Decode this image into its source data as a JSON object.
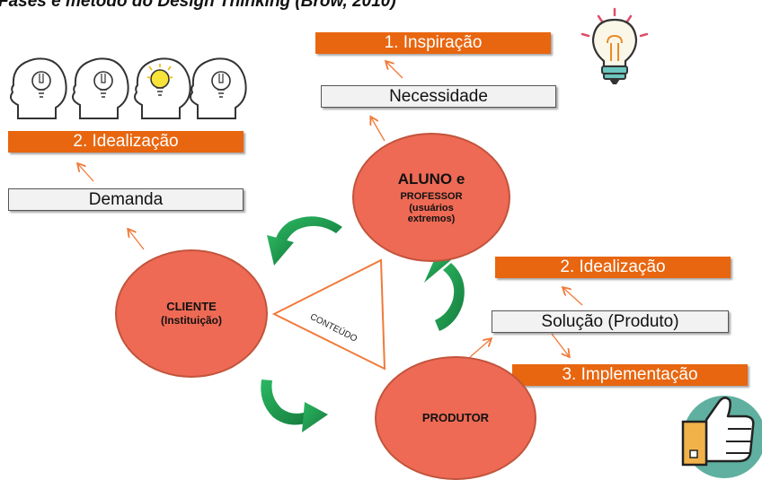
{
  "title": "Fases e método do Design Thinking (Brow, 2010)",
  "labels": {
    "inspiracao": "1. Inspiração",
    "necessidade": "Necessidade",
    "idealizacao_left": "2. Idealização",
    "demanda": "Demanda",
    "idealizacao_right": "2. Idealização",
    "solucao": "Solução (Produto)",
    "implementacao": "3. Implementação"
  },
  "nodes": {
    "aluno": {
      "line1": "ALUNO e",
      "line2": "PROFESSOR",
      "line3": "(usuários",
      "line4": "extremos)"
    },
    "cliente": {
      "line1": "CLIENTE",
      "line2": "(Instituição)"
    },
    "produtor": {
      "line1": "PRODUTOR"
    }
  },
  "center": {
    "label": "CONTEÚDO"
  },
  "colors": {
    "orange": "#e8660f",
    "circle": "#ee6a55",
    "green": "#1f9a4f",
    "arrow": "#f07a3a"
  },
  "icons": [
    "head-idea-icon",
    "lightbulb-icon",
    "thumbs-up-icon"
  ]
}
